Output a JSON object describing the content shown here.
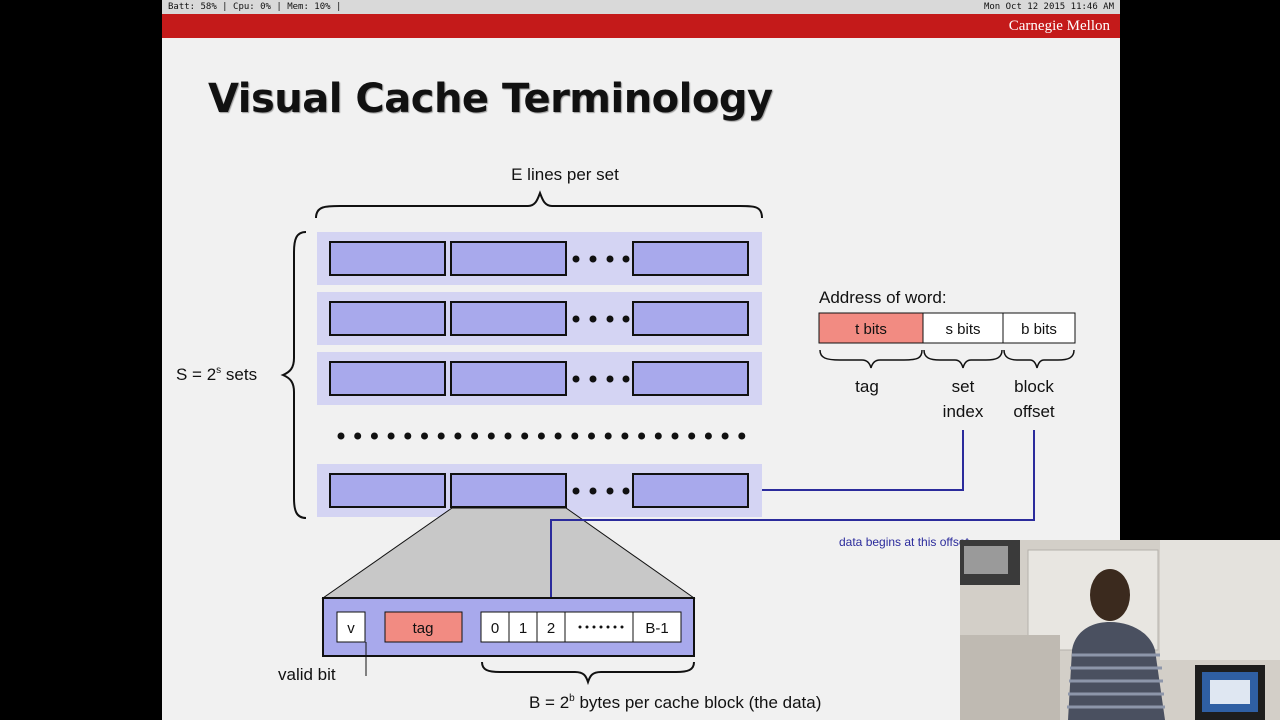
{
  "status_bar": {
    "left": "Batt: 58% | Cpu: 0% | Mem: 10% |",
    "right": "Mon Oct 12 2015 11:46 AM"
  },
  "header": {
    "institution": "Carnegie Mellon"
  },
  "slide": {
    "title": "Visual Cache Terminology",
    "e_label": "E lines per set",
    "s_label_prefix": "S = 2",
    "s_label_sup": "s",
    "s_label_suffix": " sets",
    "address_label": "Address of word:",
    "address_fields": [
      "t bits",
      "s bits",
      "b bits"
    ],
    "address_roles": {
      "tag": "tag",
      "set_index_1": "set",
      "set_index_2": "index",
      "block_offset_1": "block",
      "block_offset_2": "offset"
    },
    "offset_note": "data begins at this offset",
    "line_fields": {
      "valid": "v",
      "tag": "tag",
      "bytes": [
        "0",
        "1",
        "2",
        "B-1"
      ]
    },
    "valid_bit_label": "valid bit",
    "b_label_prefix": "B = 2",
    "b_label_sup": "b",
    "b_label_suffix": " bytes per cache block (the data)"
  },
  "colors": {
    "header": "#c41a1a",
    "block_fill": "#a8a9ec",
    "set_bg": "#d4d4f3",
    "tag_fill": "#f28b82",
    "wire": "#2b2b9c"
  }
}
